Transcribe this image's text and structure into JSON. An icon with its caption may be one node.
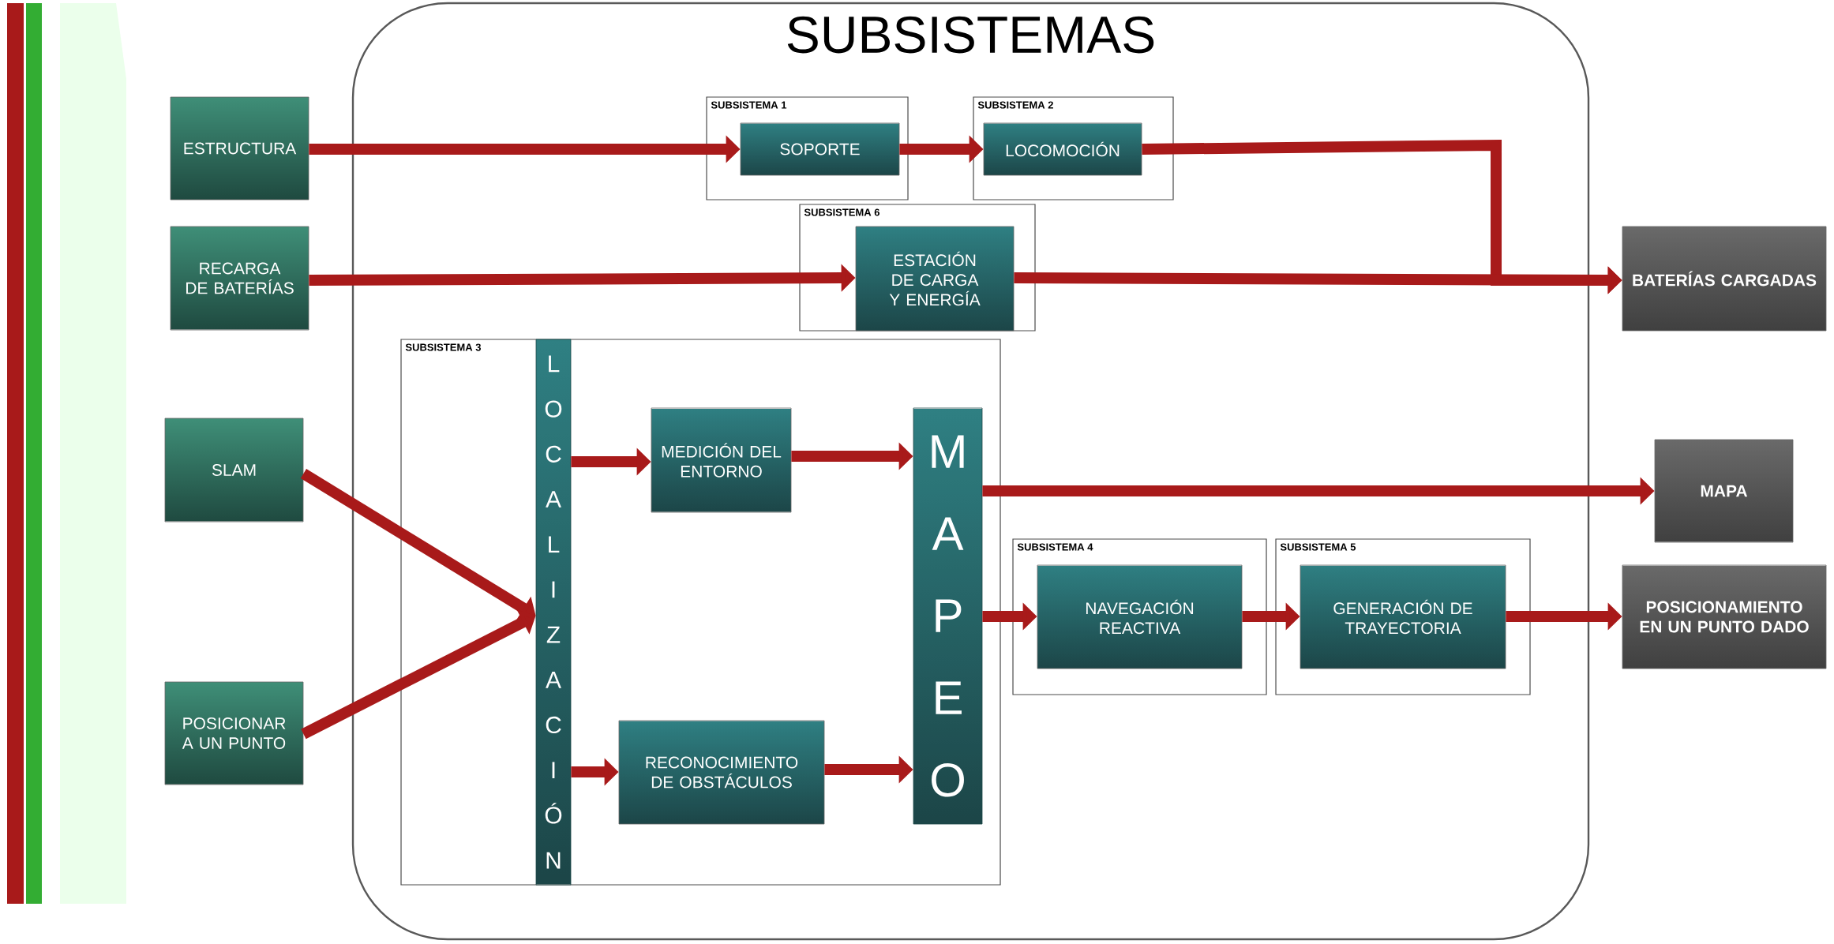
{
  "diagram": {
    "nodes": [
      {
        "text": [
          "SUBSISTEMAS"
        ]
      },
      {
        "text": [
          "ESTRUCTURA"
        ]
      },
      {
        "text": [
          "SUBSISTEMA 1"
        ],
        "in": 0
      },
      {
        "text": [
          "SOPORTE"
        ],
        "in": 2
      },
      {
        "text": [
          "SUBSISTEMA 2"
        ],
        "in": 0
      },
      {
        "text": [
          "LOCOMOCIÓN"
        ],
        "in": 4
      },
      {
        "text": [
          "RECARGA DE BATERÍAS"
        ]
      },
      {
        "text": [
          "SUBSISTEMA 6"
        ],
        "in": 0
      },
      {
        "text": [
          "ESTACIÓN DE CARGA Y ENERGÍA"
        ],
        "in": 7
      },
      {
        "text": [
          "BATERÍAS CARGADAS"
        ]
      },
      {
        "text": [
          "SLAM"
        ]
      },
      {
        "text": [
          "POSICIONAR A UN PUNTO"
        ]
      },
      {
        "text": [
          "SUBSISTEMA 3"
        ],
        "in": 0
      },
      {
        "text": [
          "LOCALIZACIÓN"
        ],
        "in": 12
      },
      {
        "text": [
          "MAPEO"
        ],
        "in": 12
      },
      {
        "text": [
          "MEDICIÓN DEL ENTORNO"
        ],
        "in": 12
      },
      {
        "text": [
          "RECONOCIMIENTO DE OBSTÁCULOS"
        ],
        "in": 12
      },
      {
        "text": [
          "MAPA"
        ]
      },
      {
        "text": [
          "SUBSISTEMA 4"
        ],
        "in": 0
      },
      {
        "text": [
          "NAVEGACIÓN REACTIVA"
        ],
        "in": 18
      },
      {
        "text": [
          "SUBSISTEMA 5"
        ],
        "in": 0
      },
      {
        "text": [
          "GENERACIÓN DE TRAYECTORIA"
        ],
        "in": 20
      },
      {
        "text": [
          "POSICIONAMIENTO EN UN PUNTO DADO"
        ]
      }
    ],
    "edges": [
      {
        "from": 1,
        "to": 3,
        "arrow": "to"
      },
      {
        "from": 3,
        "to": 5,
        "arrow": "to"
      },
      {
        "from": 5,
        "to": 9,
        "arrow": "to"
      },
      {
        "from": 6,
        "to": 8,
        "arrow": "to"
      },
      {
        "from": 8,
        "to": 9,
        "arrow": "to"
      },
      {
        "from": 10,
        "to": 13,
        "arrow": "to"
      },
      {
        "from": 11,
        "to": 13,
        "arrow": "to"
      },
      {
        "from": 13,
        "to": 15,
        "arrow": "to"
      },
      {
        "from": 13,
        "to": 16,
        "arrow": "to"
      },
      {
        "from": 15,
        "to": 14,
        "arrow": "to"
      },
      {
        "from": 14,
        "to": 17,
        "arrow": "to"
      },
      {
        "from": 16,
        "to": 14,
        "arrow": "to"
      },
      {
        "from": 14,
        "to": 19,
        "arrow": "to"
      },
      {
        "from": 19,
        "to": 21,
        "arrow": "to"
      },
      {
        "from": 21,
        "to": 22,
        "arrow": "to"
      }
    ]
  }
}
